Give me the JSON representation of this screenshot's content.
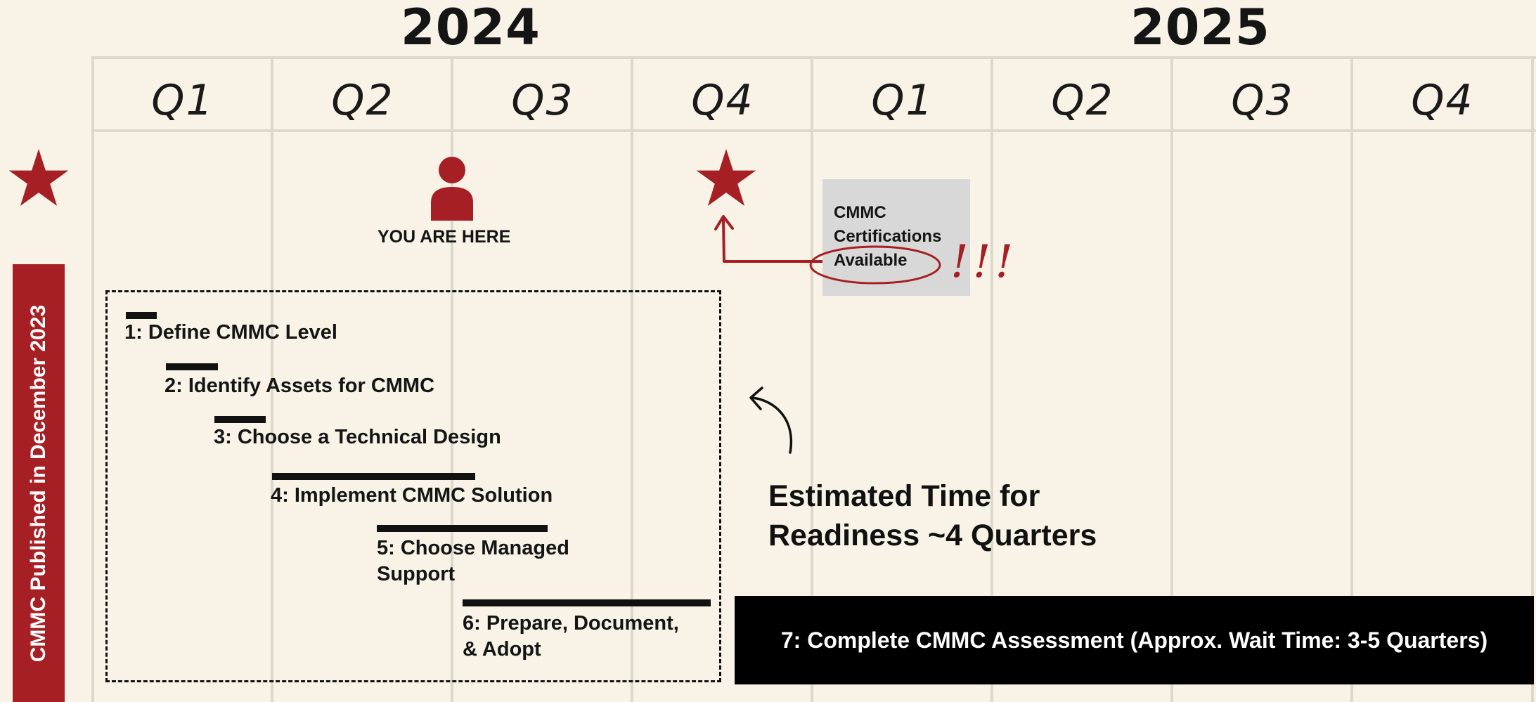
{
  "years": [
    "2024",
    "2025"
  ],
  "quarters": [
    "Q1",
    "Q2",
    "Q3",
    "Q4",
    "Q1",
    "Q2",
    "Q3",
    "Q4"
  ],
  "side_label": "CMMC Published in December 2023",
  "you_are_here": "YOU ARE HERE",
  "certifications": [
    "CMMC",
    "Certifications",
    "Available"
  ],
  "exclaim": "!!!",
  "tasks": [
    "1: Define CMMC Level",
    "2: Identify Assets for CMMC",
    "3: Choose a Technical Design",
    "4: Implement CMMC Solution",
    [
      "5: Choose Managed",
      "Support"
    ],
    [
      "6: Prepare, Document,",
      "& Adopt"
    ]
  ],
  "estimate": [
    "Estimated Time for",
    "Readiness ~4 Quarters"
  ],
  "assessment": "7: Complete CMMC Assessment (Approx. Wait Time: 3-5 Quarters)",
  "colors": {
    "accent": "#a61f24",
    "background": "#f8f3e6",
    "ink": "#111111",
    "cert_box": "#d8d8d8"
  },
  "icons": [
    "star-icon",
    "person-icon",
    "arrow-up-icon",
    "curved-arrow-icon"
  ]
}
